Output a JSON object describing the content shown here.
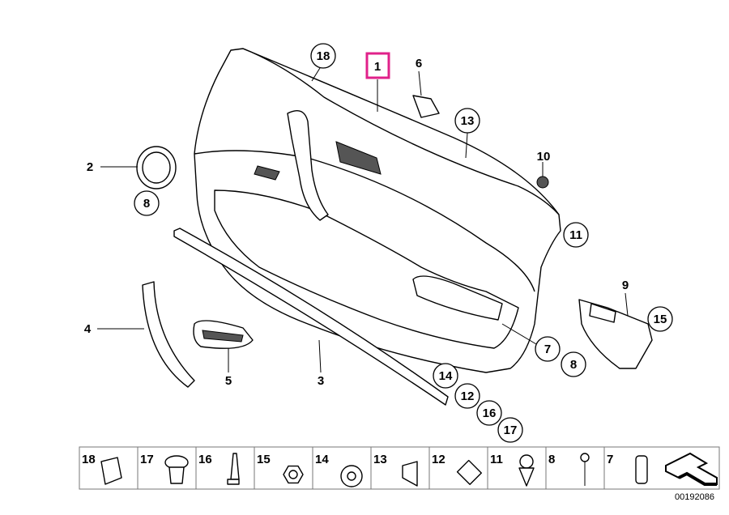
{
  "callouts": {
    "c1": "1",
    "c2": "2",
    "c3": "3",
    "c4": "4",
    "c5": "5",
    "c6": "6",
    "c7": "7",
    "c8a": "8",
    "c8b": "8",
    "c9": "9",
    "c10": "10",
    "c11": "11",
    "c12": "12",
    "c13": "13",
    "c14": "14",
    "c15": "15",
    "c16": "16",
    "c17": "17",
    "c18": "18"
  },
  "highlight_color": "#e0218a",
  "strip": [
    "18",
    "17",
    "16",
    "15",
    "14",
    "13",
    "12",
    "11",
    "8",
    "7"
  ],
  "document_number": "00192086"
}
